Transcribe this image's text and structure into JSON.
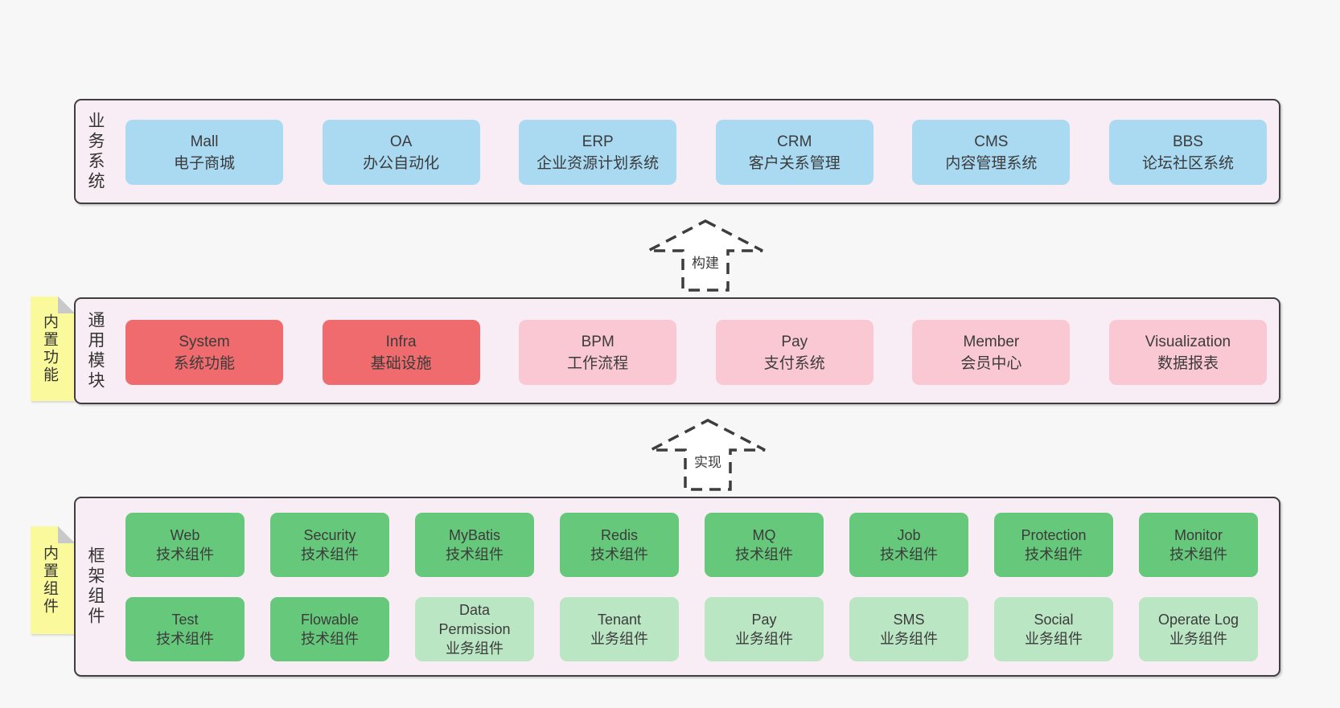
{
  "layers": [
    {
      "label": "业务系统",
      "boxes": [
        {
          "title": "Mall",
          "subtitle": "电子商城"
        },
        {
          "title": "OA",
          "subtitle": "办公自动化"
        },
        {
          "title": "ERP",
          "subtitle": "企业资源计划系统"
        },
        {
          "title": "CRM",
          "subtitle": "客户关系管理"
        },
        {
          "title": "CMS",
          "subtitle": "内容管理系统"
        },
        {
          "title": "BBS",
          "subtitle": "论坛社区系统"
        }
      ]
    },
    {
      "label": "通用模块",
      "note": "内置功能",
      "boxes": [
        {
          "title": "System",
          "subtitle": "系统功能",
          "variant": "red"
        },
        {
          "title": "Infra",
          "subtitle": "基础设施",
          "variant": "red"
        },
        {
          "title": "BPM",
          "subtitle": "工作流程",
          "variant": "pink"
        },
        {
          "title": "Pay",
          "subtitle": "支付系统",
          "variant": "pink"
        },
        {
          "title": "Member",
          "subtitle": "会员中心",
          "variant": "pink"
        },
        {
          "title": "Visualization",
          "subtitle": "数据报表",
          "variant": "pink"
        }
      ]
    },
    {
      "label": "框架组件",
      "note": "内置组件",
      "rows": [
        [
          {
            "title": "Web",
            "subtitle": "技术组件",
            "variant": "green"
          },
          {
            "title": "Security",
            "subtitle": "技术组件",
            "variant": "green"
          },
          {
            "title": "MyBatis",
            "subtitle": "技术组件",
            "variant": "green"
          },
          {
            "title": "Redis",
            "subtitle": "技术组件",
            "variant": "green"
          },
          {
            "title": "MQ",
            "subtitle": "技术组件",
            "variant": "green"
          },
          {
            "title": "Job",
            "subtitle": "技术组件",
            "variant": "green"
          },
          {
            "title": "Protection",
            "subtitle": "技术组件",
            "variant": "green"
          },
          {
            "title": "Monitor",
            "subtitle": "技术组件",
            "variant": "green"
          }
        ],
        [
          {
            "title": "Test",
            "subtitle": "技术组件",
            "variant": "green"
          },
          {
            "title": "Flowable",
            "subtitle": "技术组件",
            "variant": "green"
          },
          {
            "title": "Data Permission",
            "subtitle": "业务组件",
            "variant": "lightgreen"
          },
          {
            "title": "Tenant",
            "subtitle": "业务组件",
            "variant": "lightgreen"
          },
          {
            "title": "Pay",
            "subtitle": "业务组件",
            "variant": "lightgreen"
          },
          {
            "title": "SMS",
            "subtitle": "业务组件",
            "variant": "lightgreen"
          },
          {
            "title": "Social",
            "subtitle": "业务组件",
            "variant": "lightgreen"
          },
          {
            "title": "Operate Log",
            "subtitle": "业务组件",
            "variant": "lightgreen"
          }
        ]
      ]
    }
  ],
  "arrows": [
    {
      "label": "构建"
    },
    {
      "label": "实现"
    }
  ],
  "colors": {
    "background": "#f7f7f7",
    "layer_fill": "#f8edf5",
    "layer_border": "#3f3f3f",
    "business_box": "#a9daf2",
    "core_module_box": "#ef6b6d",
    "optional_module_box": "#fac8d3",
    "tech_component_box": "#66c87a",
    "biz_component_box": "#bbe6c4",
    "note_fill": "#fafa9d",
    "note_fold": "#c9c9c9",
    "text": "#3b3b3b"
  }
}
